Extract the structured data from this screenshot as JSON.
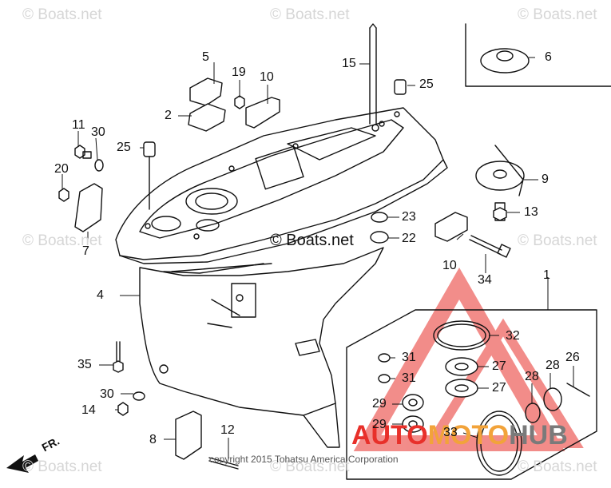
{
  "watermark_text": "© Boats.net",
  "center_watermark": "© Boats.net",
  "copyright": "copyright 2015 Tohatsu America Corporation",
  "direction_label": "FR.",
  "brand": {
    "part1": "AUTO",
    "part2": "MOTO",
    "part3": "HUB",
    "color_red": "#e8302a",
    "color_orange": "#f2a33a",
    "color_gray": "#7a7a7a"
  },
  "callouts": {
    "c1": "1",
    "c2": "2",
    "c4": "4",
    "c5": "5",
    "c6": "6",
    "c7": "7",
    "c8": "8",
    "c9": "9",
    "c10a": "10",
    "c10b": "10",
    "c11": "11",
    "c12": "12",
    "c13": "13",
    "c14": "14",
    "c15": "15",
    "c19": "19",
    "c20": "20",
    "c22": "22",
    "c23": "23",
    "c25a": "25",
    "c25b": "25",
    "c26": "26",
    "c27a": "27",
    "c27b": "27",
    "c28a": "28",
    "c28b": "28",
    "c29a": "29",
    "c29b": "29",
    "c30a": "30",
    "c30b": "30",
    "c31a": "31",
    "c31b": "31",
    "c32": "32",
    "c33": "33",
    "c34": "34",
    "c35": "35"
  }
}
